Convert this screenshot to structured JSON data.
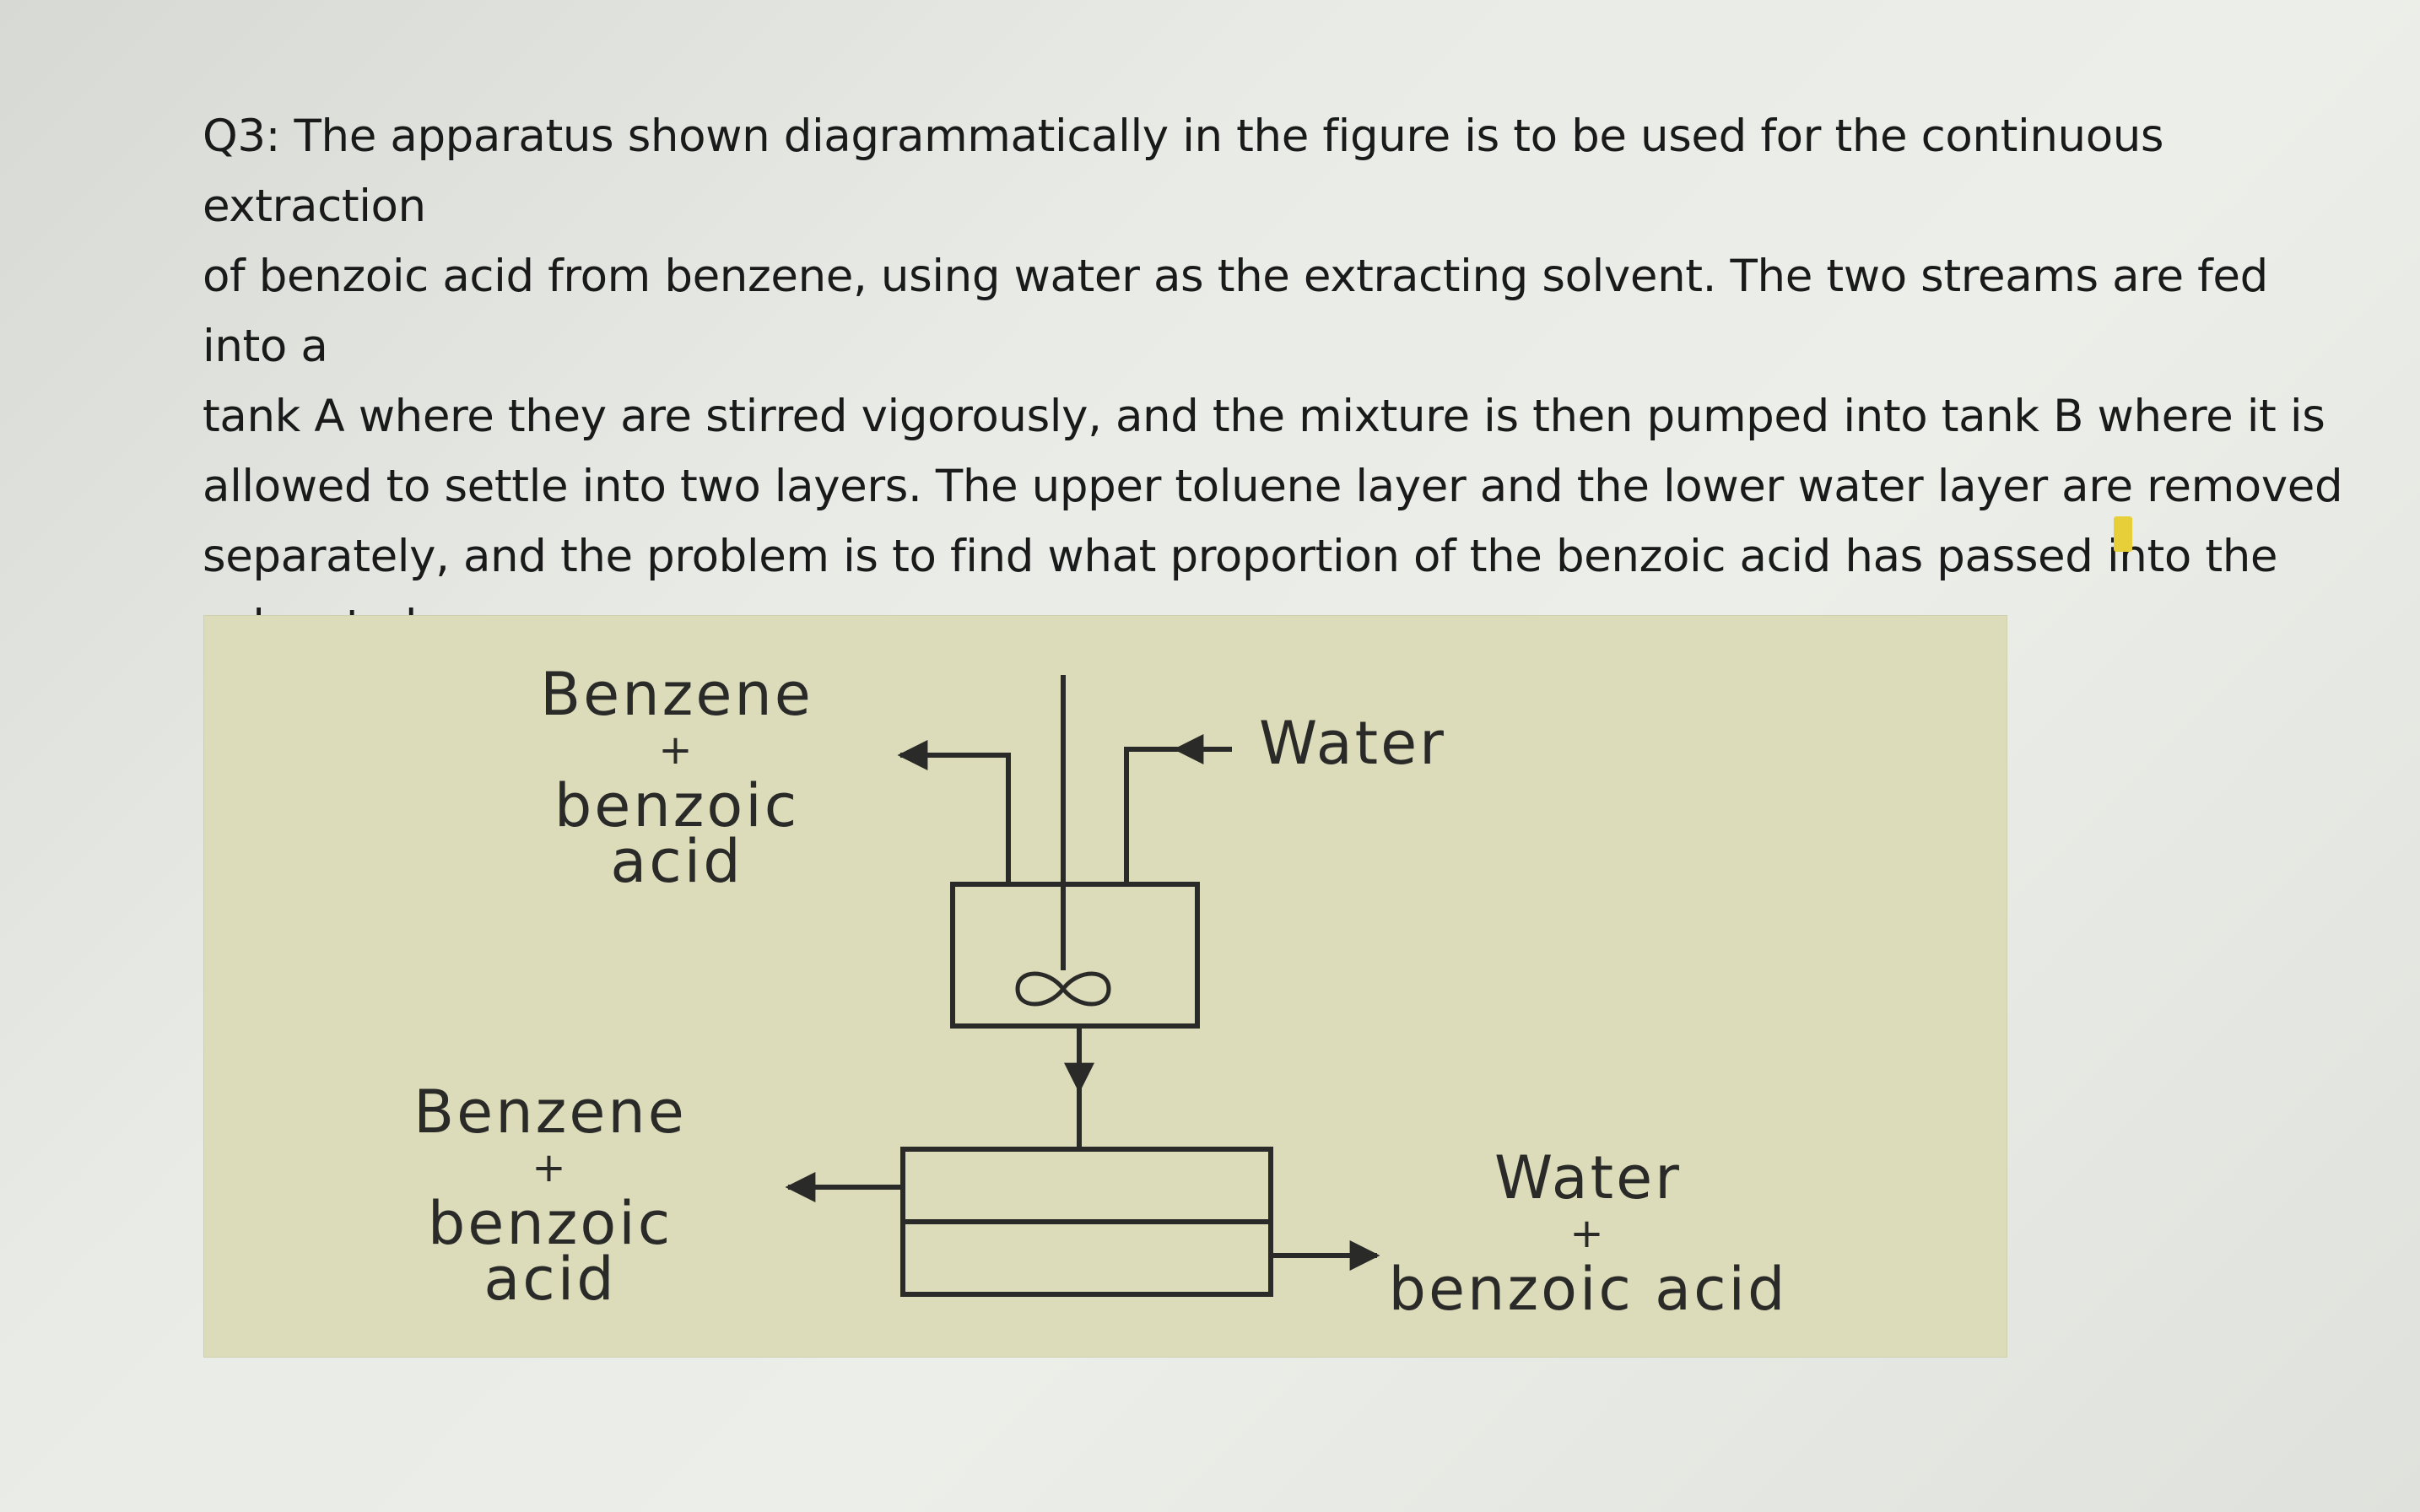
{
  "question": {
    "text": "Q3: The apparatus shown diagrammatically in the figure is to be used for the continuous extraction\nof benzoic acid from benzene, using water as the extracting solvent. The two streams are fed into a\ntank A where they are stirred vigorously, and the mixture is then pumped into tank B where it is\nallowed to settle into two layers. The upper toluene layer and the lower water layer are removed\nseparately, and the problem is to find what proportion of the benzoic acid has passed into the\nsolvent phase."
  },
  "diagram": {
    "feed_organic": {
      "line1": "Benzene",
      "plus": "+",
      "line2": "benzoic acid"
    },
    "feed_water": "Water",
    "out_organic": {
      "line1": "Benzene",
      "plus": "+",
      "line2": "benzoic acid"
    },
    "out_aqueous": {
      "line1": "Water",
      "plus": "+",
      "line2": "benzoic acid"
    },
    "stirrer_icon": "infinity-stirrer-icon",
    "colors": {
      "figure_background": "#dcdcba",
      "line": "#2a2a28"
    }
  }
}
